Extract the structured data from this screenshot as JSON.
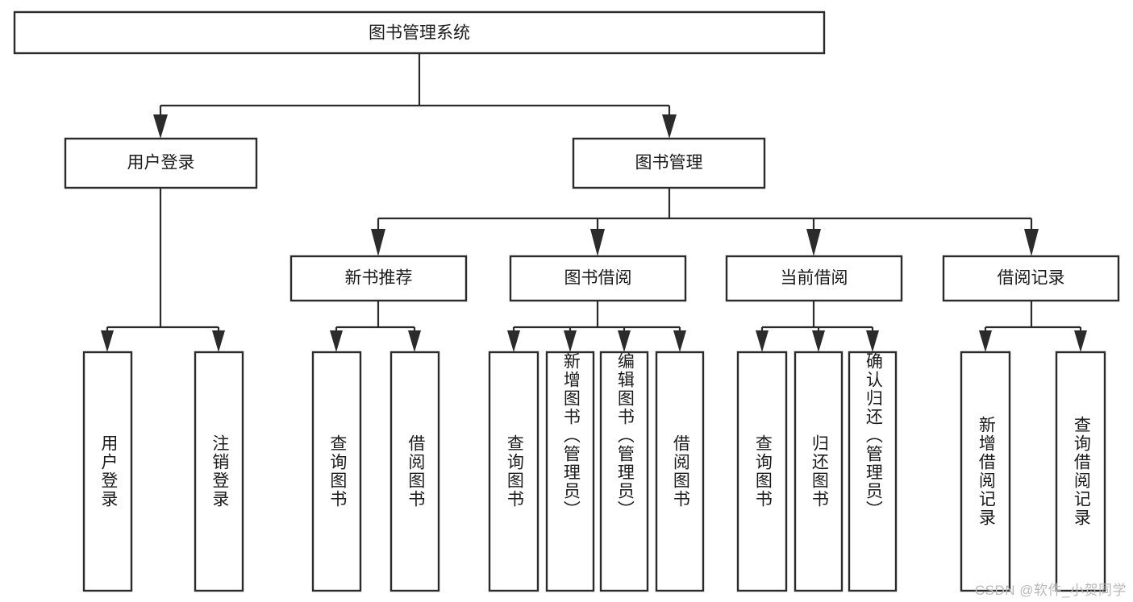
{
  "diagram": {
    "type": "tree-hierarchy",
    "title": "图书管理系统",
    "orientation": "top-down",
    "colors": {
      "box_stroke": "#2b2b2b",
      "box_fill": "#ffffff",
      "connector": "#2b2b2b",
      "text": "#1a1a1a",
      "watermark": "#b9b9b9",
      "background": "#ffffff"
    },
    "root": {
      "label": "图书管理系统"
    },
    "level2": [
      {
        "label": "用户登录"
      },
      {
        "label": "图书管理"
      }
    ],
    "level3": [
      {
        "label": "新书推荐"
      },
      {
        "label": "图书借阅"
      },
      {
        "label": "当前借阅"
      },
      {
        "label": "借阅记录"
      }
    ],
    "leaves": {
      "user_login": [
        {
          "label": "用户登录"
        },
        {
          "label": "注销登录"
        }
      ],
      "new_book_recommend": [
        {
          "label": "查询图书"
        },
        {
          "label": "借阅图书"
        }
      ],
      "book_borrow": [
        {
          "label": "查询图书"
        },
        {
          "label": "新增图书（管理员）"
        },
        {
          "label": "编辑图书（管理员）"
        },
        {
          "label": "借阅图书"
        }
      ],
      "current_borrow": [
        {
          "label": "查询图书"
        },
        {
          "label": "归还图书"
        },
        {
          "label": "确认归还（管理员）"
        }
      ],
      "borrow_record": [
        {
          "label": "新增借阅记录"
        },
        {
          "label": "查询借阅记录"
        }
      ]
    }
  },
  "watermark": {
    "text": "CSDN @软件_小贺同学"
  }
}
